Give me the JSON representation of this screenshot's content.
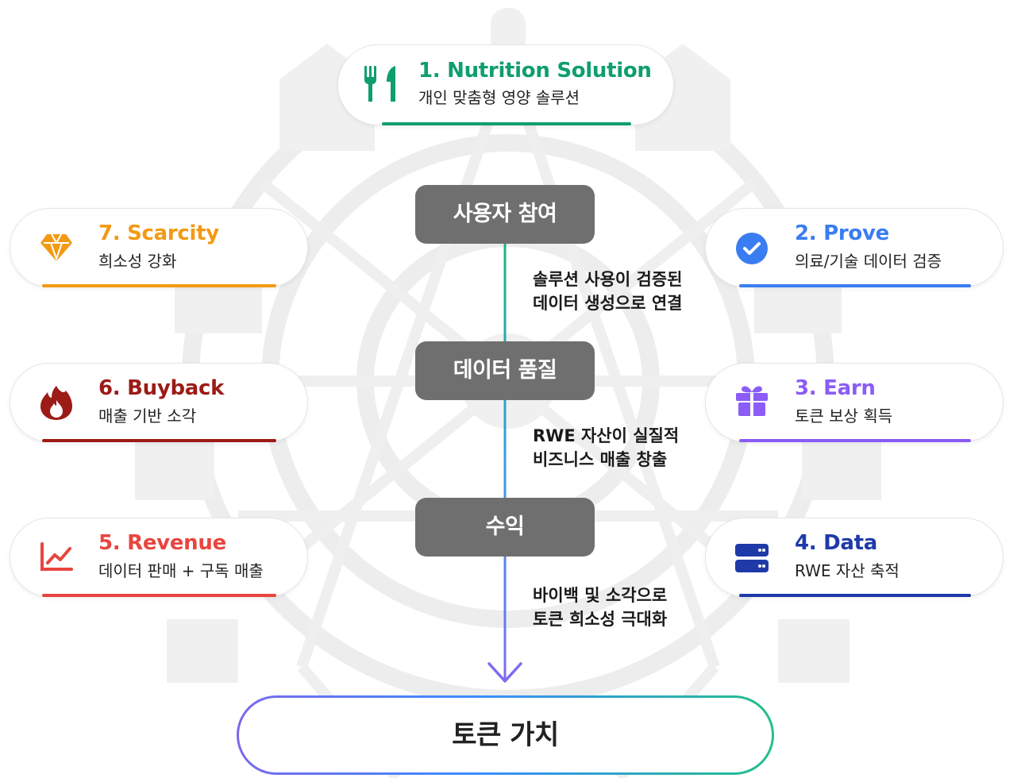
{
  "top_card": {
    "title": "1. Nutrition Solution",
    "subtitle": "개인 맞춤형 영양 솔루션",
    "color": "#0f9e6e",
    "icon": "fork-knife-icon"
  },
  "left_cards": [
    {
      "title": "7. Scarcity",
      "subtitle": "희소성 강화",
      "color": "#f29a14",
      "icon": "diamond-icon"
    },
    {
      "title": "6. Buyback",
      "subtitle": "매출 기반 소각",
      "color": "#9c1b17",
      "icon": "fire-icon"
    },
    {
      "title": "5. Revenue",
      "subtitle": "데이터 판매 + 구독 매출",
      "color": "#e8453f",
      "icon": "chart-line-icon"
    }
  ],
  "right_cards": [
    {
      "title": "2. Prove",
      "subtitle": "의료/기술 데이터 검증",
      "color": "#3a7df2",
      "icon": "check-circle-icon"
    },
    {
      "title": "3. Earn",
      "subtitle": "토큰 보상 획득",
      "color": "#8b5cf6",
      "icon": "gift-icon"
    },
    {
      "title": "4. Data",
      "subtitle": "RWE 자산 축적",
      "color": "#1e3aa8",
      "icon": "server-icon"
    }
  ],
  "flow_steps": [
    "사용자 참여",
    "데이터 품질",
    "수익"
  ],
  "flow_notes": [
    [
      "솔루션 사용이 검증된",
      "데이터 생성으로 연결"
    ],
    [
      "RWE 자산이 실질적",
      "비즈니스 매출 창출"
    ],
    [
      "바이백 및 소각으로",
      "토큰 희소성 극대화"
    ]
  ],
  "final_box": {
    "label": "토큰 가치"
  }
}
